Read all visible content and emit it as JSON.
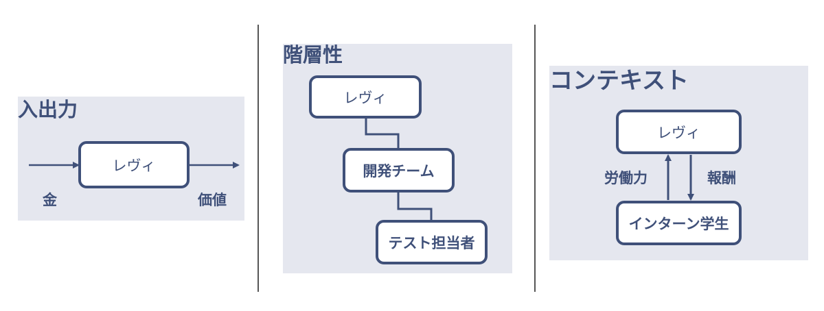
{
  "colors": {
    "panel_bg": "#e5e7ef",
    "accent": "#3f5079",
    "divider": "#555555"
  },
  "io": {
    "title": "入出力",
    "node": "レヴィ",
    "input_label": "金",
    "output_label": "価値"
  },
  "hierarchy": {
    "title": "階層性",
    "levels": [
      "レヴィ",
      "開発チーム",
      "テスト担当者"
    ]
  },
  "context": {
    "title": "コンテキスト",
    "top_node": "レヴィ",
    "bottom_node": "インターン学生",
    "up_label": "労働力",
    "down_label": "報酬"
  }
}
